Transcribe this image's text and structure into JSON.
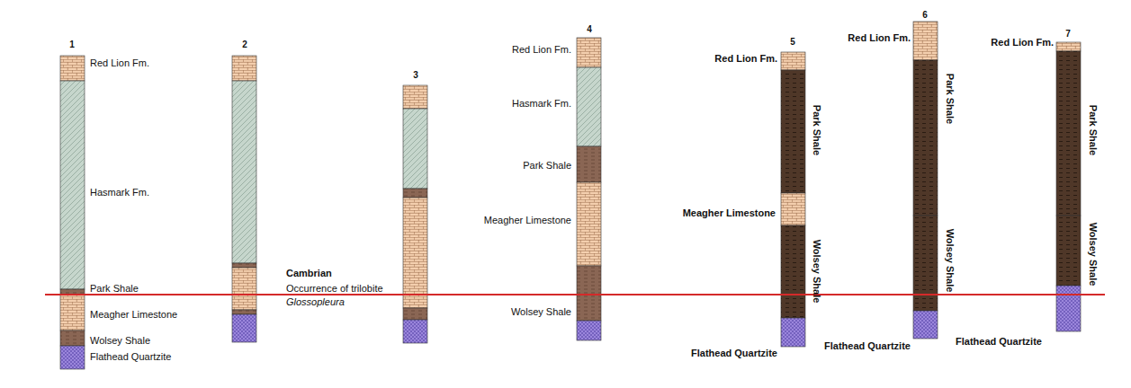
{
  "diagram": {
    "labels": [
      "1",
      "Red Lion Fm.",
      "Hasmark Fm.",
      "Park Shale",
      "Meagher Limestone",
      "Wolsey Shale",
      "Flathead Quartzite",
      "2",
      "Cambrian",
      "Occurrence of trilobite",
      "Glossopleura",
      "3",
      "4",
      "Red Lion Fm.",
      "Hasmark Fm.",
      "Park Shale",
      "Meagher Limestone",
      "Wolsey Shale",
      "5",
      "Red Lion Fm.",
      "Park Shale",
      "Meagher Limestone",
      "Wolsey Shale",
      "Flathead Quartzite",
      "6",
      "Red Lion Fm.",
      "Park Shale",
      "Wolsey Shale",
      "Flathead Quartzite",
      "7",
      "Red Lion Fm.",
      "Park Shale",
      "Wolsey Shale",
      "Flathead Quartzite"
    ]
  }
}
